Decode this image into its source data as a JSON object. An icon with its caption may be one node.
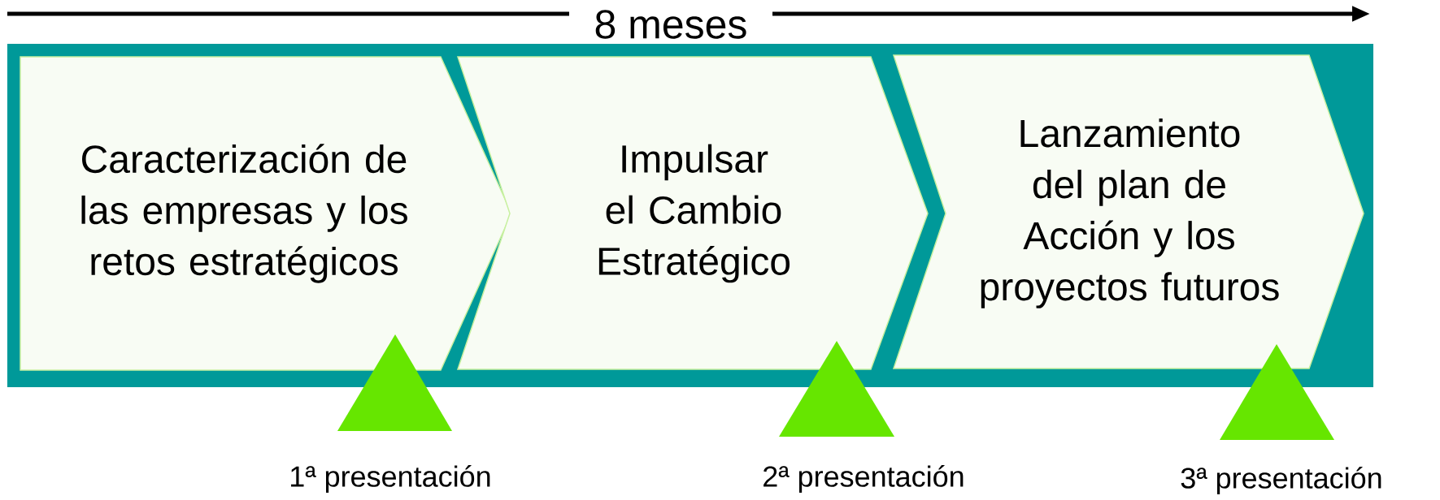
{
  "diagram": {
    "nodes": [
      {
        "text": [
          "Caracterización de las empresas y los retos estratégicos"
        ]
      },
      {
        "text": [
          "Impulsar el Cambio Estratégico"
        ]
      },
      {
        "text": [
          "Lanzamiento del plan de Acción y los proyectos futuros"
        ]
      },
      {
        "text": [],
        "shape": "triangle",
        "beside": [
          "1ª presentación"
        ]
      },
      {
        "text": [],
        "shape": "triangle",
        "beside": [
          "2ª presentación"
        ]
      },
      {
        "text": [],
        "shape": "triangle",
        "beside": [
          "3ª presentación"
        ]
      }
    ],
    "edges": [],
    "labels": [
      "8 meses"
    ]
  }
}
